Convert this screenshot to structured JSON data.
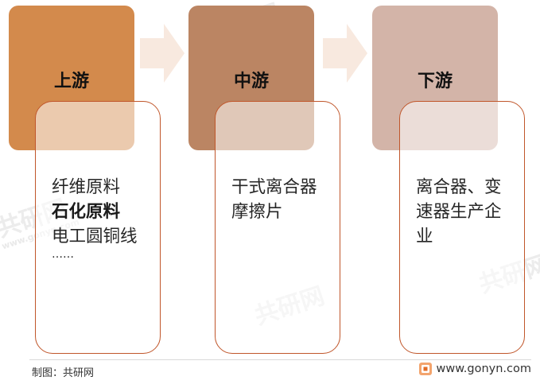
{
  "stages": [
    {
      "title": "上游",
      "color": "#d38a4c",
      "items": [
        "纤维原料",
        "石化原料",
        "电工圆铜线",
        "……"
      ]
    },
    {
      "title": "中游",
      "color": "#bb8563",
      "items": [
        "干式离合器摩擦片"
      ]
    },
    {
      "title": "下游",
      "color": "#d3b4a8",
      "items": [
        "离合器、变速器生产企业"
      ]
    }
  ],
  "arrow_color": "#f8e9df",
  "box_border_color": "#c0562a",
  "footer": {
    "credit": "制图：共研网",
    "website": "www.gonyn.com",
    "logo_icon": "gonyn-logo-icon"
  },
  "watermark": {
    "brand": "共研网",
    "url": "www.gonyn.com"
  }
}
